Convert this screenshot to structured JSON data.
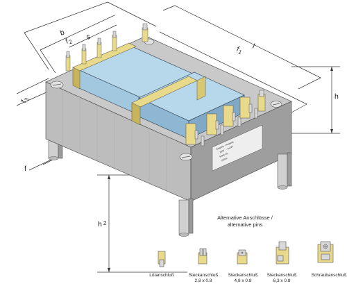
{
  "dimensions": {
    "b": "b",
    "f2": "f",
    "f2_sub": "2",
    "s": "s",
    "f1": "f",
    "f1_sub": "1",
    "l": "l",
    "h": "h",
    "f3": "f",
    "f3_sub": "3",
    "f": "f",
    "h2": "h",
    "h2_sub": "2"
  },
  "alternatives": {
    "heading_line1": "Alternative Anschlüsse /",
    "heading_line2": "alternative pins",
    "pins": [
      {
        "name": "Lötanschluß",
        "size": ""
      },
      {
        "name": "Steckanschluß",
        "size": "2,8 x 0.8"
      },
      {
        "name": "Steckanschluß",
        "size": "4,8 x 0.8"
      },
      {
        "name": "Steckanschluß",
        "size": "6,3 x 0.8"
      },
      {
        "name": "Schraubanschluß",
        "size": ""
      }
    ]
  },
  "label_plate": {
    "line1": "Eingang · Ausgang",
    "line2": "~ 230V ·  · 2x24V",
    "line3": "50/60 Hz",
    "line4": "100VA"
  },
  "colors": {
    "core_light": "#c9c9c9",
    "core_side": "#9e9e9e",
    "core_dark": "#7f7f7f",
    "coil_top": "#b7d7ea",
    "coil_side": "#8db7d3",
    "bracket": "#e9d98a",
    "bracket_dark": "#c8b45a",
    "pin": "#d8d8d8"
  }
}
